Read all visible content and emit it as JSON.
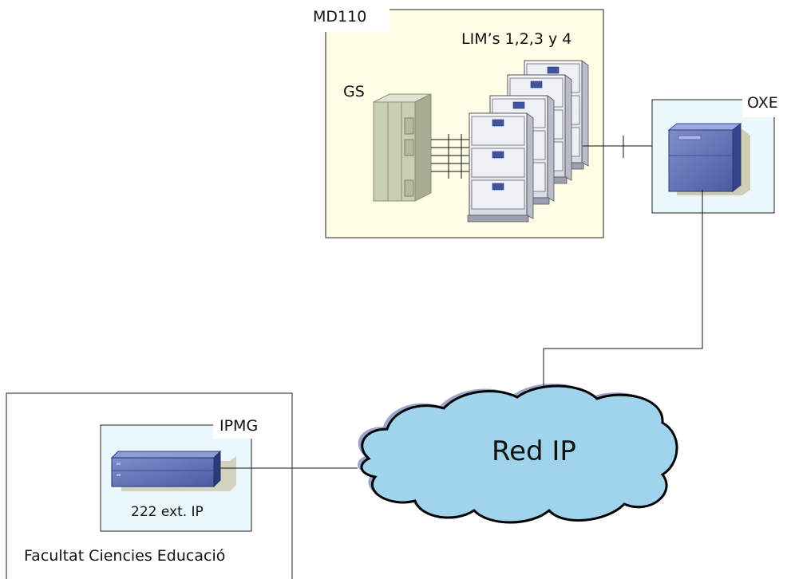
{
  "diagram": {
    "md110": {
      "title": "MD110",
      "lims_label": "LIM’s 1,2,3 y 4",
      "gs_label": "GS"
    },
    "oxe": {
      "label": "OXE"
    },
    "network": {
      "label": "Red IP"
    },
    "site": {
      "name": "Facultat Ciencies Educació",
      "ipmg": {
        "label": "IPMG",
        "extensions": "222 ext. IP"
      }
    }
  },
  "colors": {
    "md110_fill": "#fffde6",
    "box_fill": "#eaf8fb",
    "cloud_fill": "#9fd4ec",
    "server_blue": "#4d5fa8",
    "gs_fill": "#c9cfb4",
    "lim_fill": "#e9ebf2"
  }
}
